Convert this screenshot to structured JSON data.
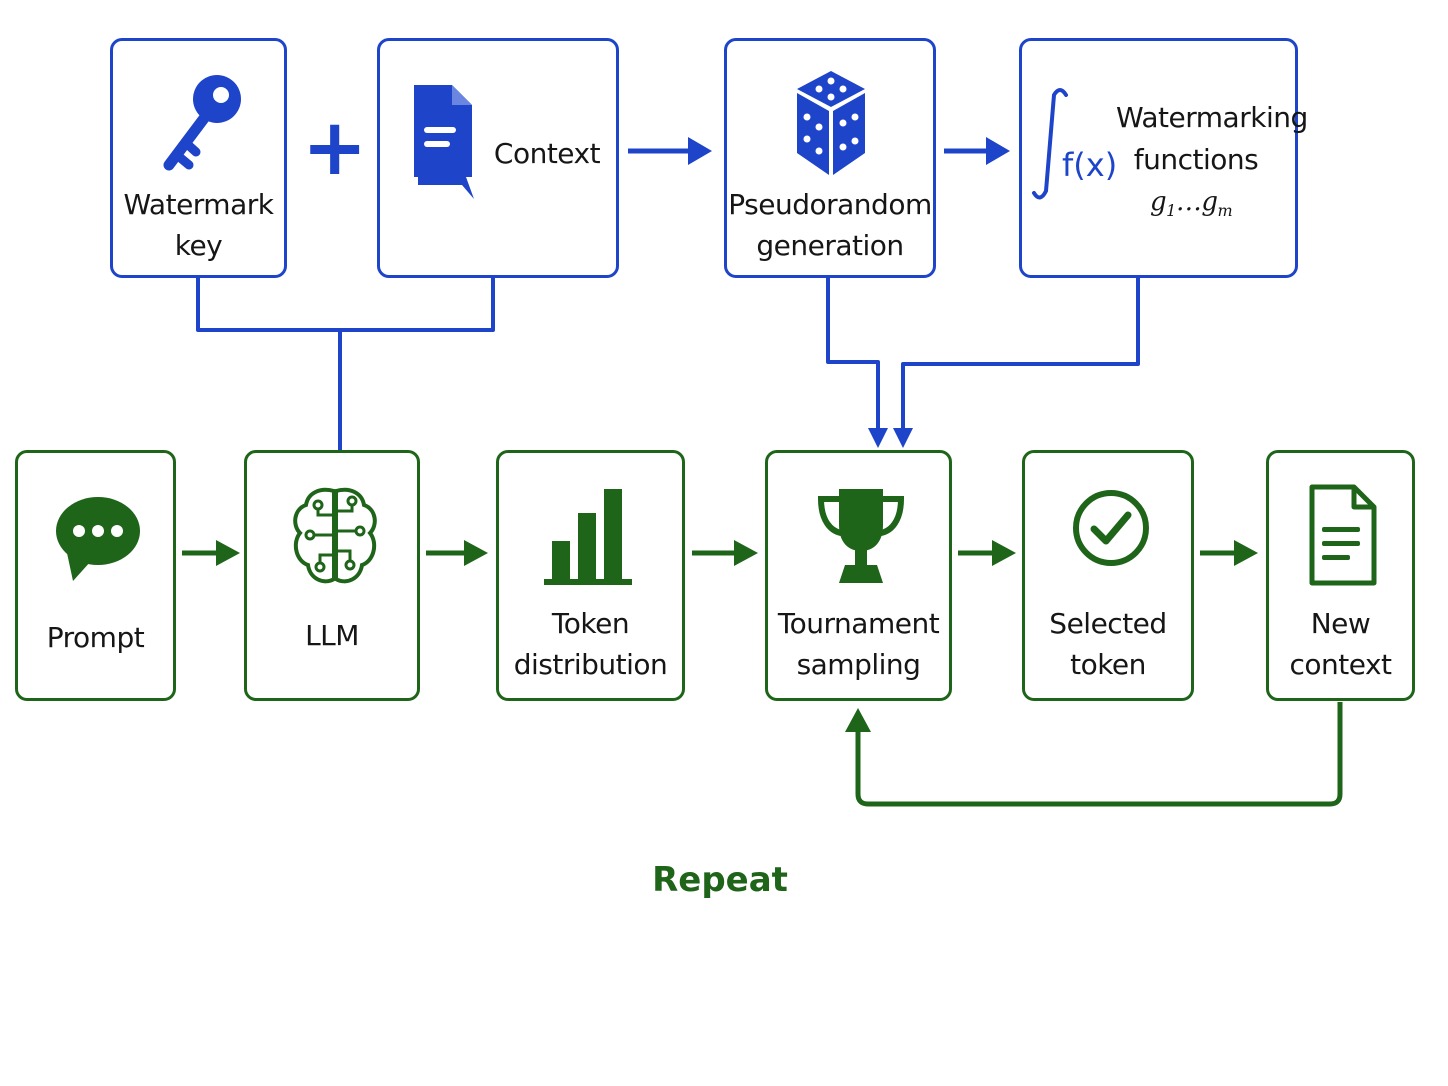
{
  "colors": {
    "blue": "#1d44c9",
    "green": "#1e6419"
  },
  "top_row": {
    "watermark_key": {
      "label": "Watermark\nkey",
      "icon": "key-icon"
    },
    "plus_sign": "+",
    "context": {
      "label": "Context",
      "icon": "document-icon"
    },
    "pseudorandom": {
      "label": "Pseudorandom\ngeneration",
      "icon": "dice-icon"
    },
    "watermarking": {
      "icon_text": "f(x)",
      "label": "Watermarking\nfunctions",
      "g_start": "g",
      "g_start_sub": "1",
      "g_dots": "…",
      "g_end": "g",
      "g_end_sub": "m"
    }
  },
  "bottom_row": {
    "prompt": {
      "label": "Prompt",
      "icon": "chat-bubble-icon"
    },
    "llm": {
      "label": "LLM",
      "icon": "brain-circuit-icon"
    },
    "token_distribution": {
      "label": "Token\ndistribution",
      "icon": "bar-chart-icon"
    },
    "tournament_sampling": {
      "label": "Tournament\nsampling",
      "icon": "trophy-icon"
    },
    "selected_token": {
      "label": "Selected\ntoken",
      "icon": "check-circle-icon"
    },
    "new_context": {
      "label": "New\ncontext",
      "icon": "document-icon"
    }
  },
  "repeat_label": "Repeat"
}
